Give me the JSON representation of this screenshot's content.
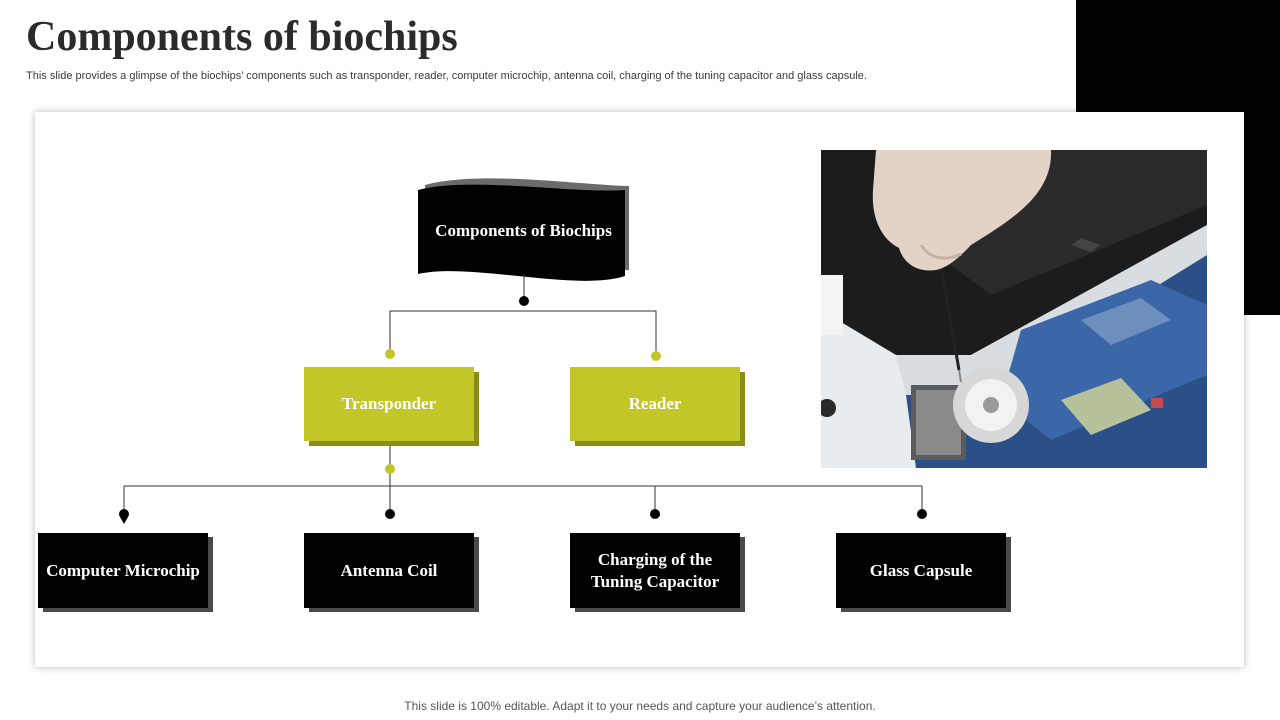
{
  "slide": {
    "title": "Components of biochips",
    "subtitle": "This slide provides a glimpse of the biochips’ components such as transponder, reader, computer microchip, antenna coil, charging of the tuning capacitor and glass capsule.",
    "footer": "This slide is 100% editable. Adapt it to your needs and capture your audience’s attention."
  },
  "diagram": {
    "root": "Components of Biochips",
    "level1": [
      "Transponder",
      "Reader"
    ],
    "level2": [
      "Computer Microchip",
      "Antenna Coil",
      "Charging of the Tuning Capacitor",
      "Glass Capsule"
    ]
  },
  "colors": {
    "accent": "#c2c628",
    "dark": "#000000",
    "text": "#2b2b2b"
  },
  "image": {
    "subject": "hand using screwdriver on open laptop motherboard"
  }
}
